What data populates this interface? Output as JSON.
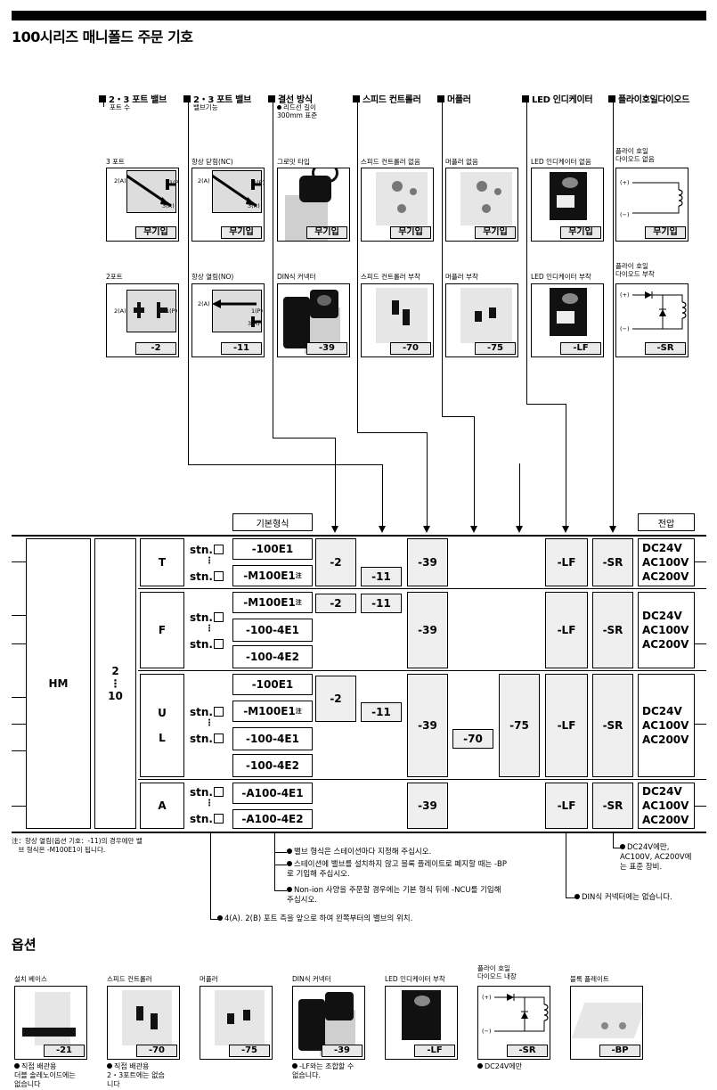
{
  "title": "100시리즈 매니폴드 주문 기호",
  "headers": [
    {
      "label": "2・3 포트 밸브",
      "sub": "포트 수"
    },
    {
      "label": "2・3 포트 밸브",
      "sub": "밸브기능"
    },
    {
      "label": "결선 방식",
      "sub": "리드선 길이 300mm 표준"
    },
    {
      "label": "스피드 컨트롤러",
      "sub": ""
    },
    {
      "label": "머플러",
      "sub": ""
    },
    {
      "label": "LED 인디케이터",
      "sub": ""
    },
    {
      "label": "플라이호일다이오드",
      "sub": ""
    }
  ],
  "row1": [
    {
      "caption": "3 포트",
      "code": "무기입"
    },
    {
      "caption": "항상 닫힘(NC)",
      "code": "무기입"
    },
    {
      "caption": "그로밋 타입",
      "code": "무기입"
    },
    {
      "caption": "스피드 컨트롤러 없음",
      "code": "무기입"
    },
    {
      "caption": "머플러 없음",
      "code": "무기입"
    },
    {
      "caption": "LED 인디케이터 없음",
      "code": "무기입"
    },
    {
      "caption": "플라이 호일\n다이오드 없음",
      "code": "무기입"
    }
  ],
  "row2": [
    {
      "caption": "2포트",
      "code": "-2"
    },
    {
      "caption": "항상 열림(NO)",
      "code": "-11"
    },
    {
      "caption": "DIN식 커넥터",
      "code": "-39"
    },
    {
      "caption": "스피드 컨트롤러 부착",
      "code": "-70"
    },
    {
      "caption": "머플러 부착",
      "code": "-75"
    },
    {
      "caption": "LED 인디케이터 부착",
      "code": "-LF"
    },
    {
      "caption": "플라이 호일\n다이오드 부착",
      "code": "-SR"
    }
  ],
  "symbols": {
    "a": "2(A)",
    "p": "1(P)",
    "r": "3(R)",
    "plus": "(+)",
    "minus": "(−)"
  },
  "table": {
    "base_label": "기본형식",
    "voltage_label": "전압",
    "hm": "HM",
    "stations": "2\n⋮\n10",
    "stn": "stn.",
    "note_mark": "注",
    "groups": [
      "T",
      "F",
      "U\n\nL",
      "A"
    ],
    "models_t": [
      "-100E1",
      "-M100E1"
    ],
    "models_f": [
      "-M100E1",
      "-100-4E1",
      "-100-4E2"
    ],
    "models_ul": [
      "-100E1",
      "-M100E1",
      "-100-4E1",
      "-100-4E2"
    ],
    "models_a": [
      "-A100-4E1",
      "-A100-4E2"
    ],
    "c2": "-2",
    "c11": "-11",
    "c39": "-39",
    "c70": "-70",
    "c75": "-75",
    "cLF": "-LF",
    "cSR": "-SR",
    "voltages": [
      "DC24V",
      "AC100V",
      "AC200V"
    ]
  },
  "notes": {
    "footnote": "注：항상 열림(옵션 기호：-11)의 경우에만 밸\n　브 형식은 -M100E1이 됩니다.",
    "n1": "밸브 형식은 스테이션마다 지정해 주십시오.",
    "n2": "스테이션에 밸브를 설치하지 않고 블록 플레이트로 폐지할 때는 -BP\n로 기입해 주십시오.",
    "n3": "Non-ion 사양을 주문할 경우에는 기본 형식 뒤에 -NCU를 기입해\n주십시오.",
    "n4": "4(A). 2(B) 포트 측을 앞으로 하여 왼쪽부터의 밸브의 위치.",
    "n5": "DIN식 커넥터에는 없습니다.",
    "n6": "DC24V에만,\nAC100V, AC200V에\n는 표준 장비."
  },
  "options_title": "옵션",
  "options": [
    {
      "caption": "설치 베이스",
      "code": "-21",
      "note": "직접 배관용\n더블 솔레노이드에는\n없습니다"
    },
    {
      "caption": "스피드 컨트롤러",
      "code": "-70",
      "note": "직접 배관용\n2・3포트에는 없습\n니다"
    },
    {
      "caption": "머플러",
      "code": "-75",
      "note": ""
    },
    {
      "caption": "DIN식 커넥터",
      "code": "-39",
      "note": "-LF와는 조합할 수\n없습니다."
    },
    {
      "caption": "LED 인디케이터 부착",
      "code": "-LF",
      "note": ""
    },
    {
      "caption": "플라이 호일\n다이오드 내장",
      "code": "-SR",
      "note": "DC24V에만"
    },
    {
      "caption": "블록 플레이트",
      "code": "-BP",
      "note": ""
    }
  ]
}
